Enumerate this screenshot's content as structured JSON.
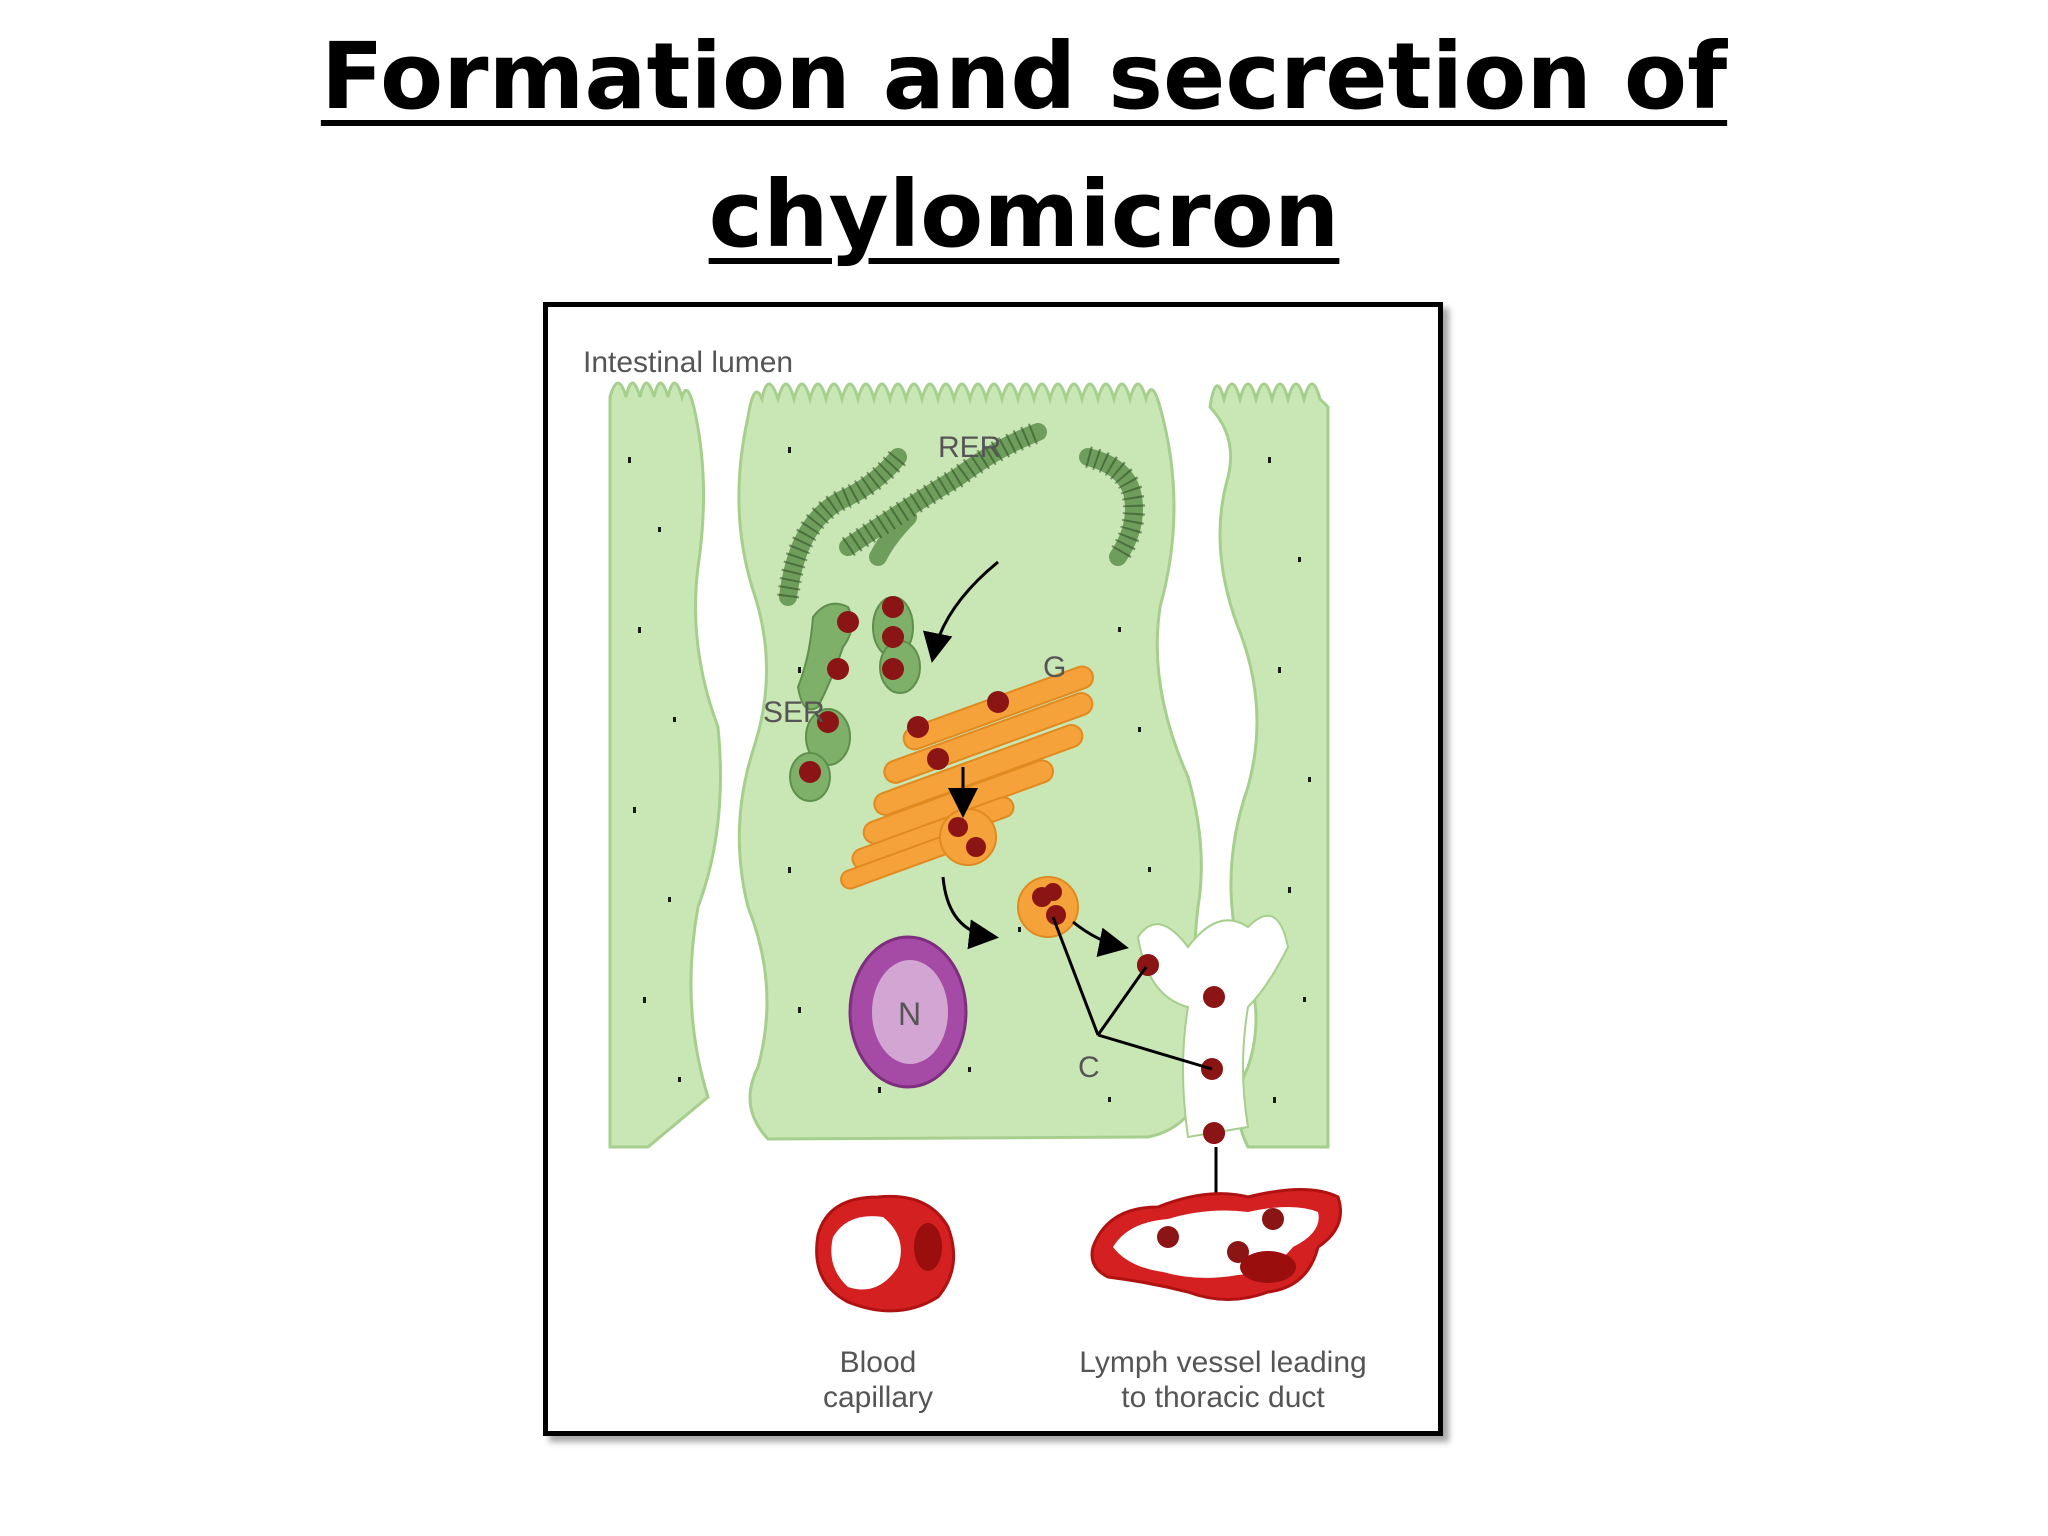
{
  "title": {
    "line1": "Formation and secretion of",
    "line2": "chylomicron"
  },
  "figure": {
    "labels": {
      "lumen": "Intestinal lumen",
      "rer": "RER",
      "ser": "SER",
      "golgi": "G",
      "nucleus": "N",
      "chylomicron": "C",
      "capillary_line1": "Blood",
      "capillary_line2": "capillary",
      "lymph_line1": "Lymph vessel leading",
      "lymph_line2": "to thoracic duct"
    }
  },
  "colors": {
    "cell_fill": "#c9e6b5",
    "cell_stroke": "#a6cf8e",
    "er": "#6f9e5c",
    "golgi": "#f5a23a",
    "lipid": "#8b1414",
    "nucleus": "#a54aa5",
    "vessel": "#d42020"
  }
}
